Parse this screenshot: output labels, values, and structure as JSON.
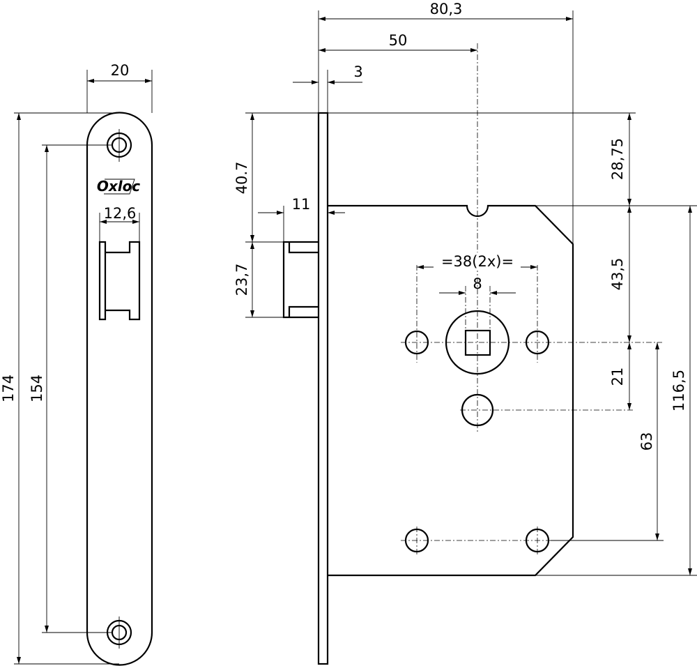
{
  "drawing": {
    "brand_logo": "Oxloc",
    "dimensions": {
      "faceplate_width": "20",
      "faceplate_height": "174",
      "screw_spacing": "154",
      "latch_slot_width": "12,6",
      "overall_depth": "80,3",
      "backset": "50",
      "plate_thickness": "3",
      "latch_projection": "11",
      "top_to_latch": "40.7",
      "latch_height": "23,7",
      "top_to_body": "28,75",
      "body_to_follower": "43,5",
      "follower_to_cylinder": "21",
      "body_height": "116,5",
      "follower_to_lower_holes": "63",
      "fixing_hole_spacing": "=38(2x)=",
      "follower_square": "8"
    }
  }
}
